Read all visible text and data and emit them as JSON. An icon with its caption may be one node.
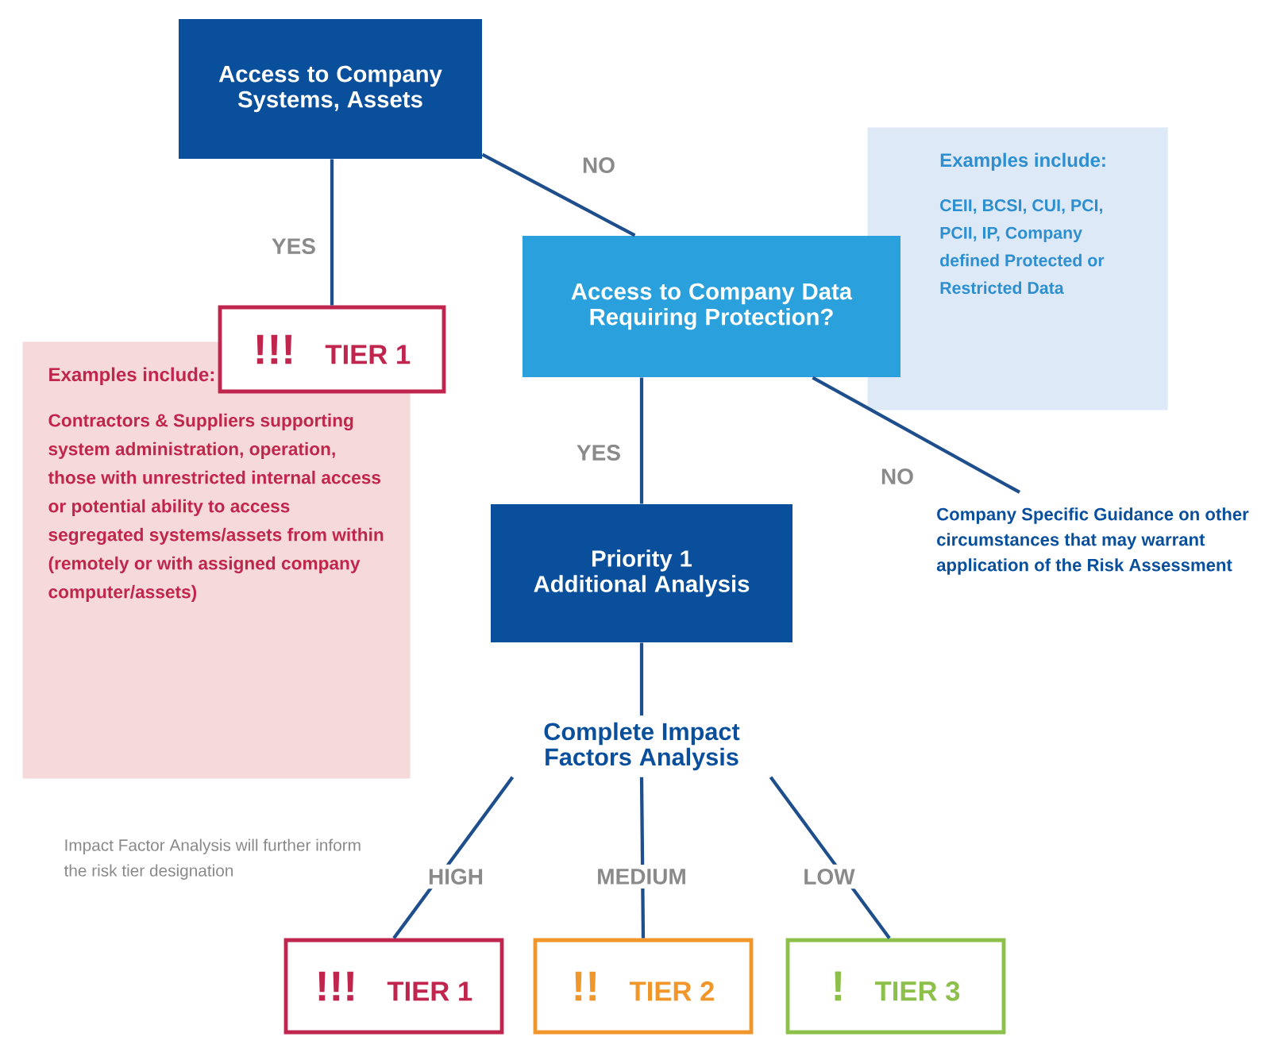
{
  "diagram": {
    "nodes": [
      {
        "text": [
          "Access to Company Systems, Assets"
        ]
      },
      {
        "text": [
          "!!!",
          "TIER 1"
        ]
      },
      {
        "text": [
          "Examples include:",
          "Contractors & Suppliers supporting system administration, operation, those with unrestricted internal access or potential ability to access segregated systems/assets from within (remotely or with assigned company computer/assets)"
        ]
      },
      {
        "text": [
          "Access to Company Data Requiring Protection?"
        ]
      },
      {
        "text": [
          "Examples include:",
          "CEII, BCSI, CUI, PCI, PCII, IP, Company defined Protected or Restricted Data"
        ]
      },
      {
        "text": [
          "Priority 1 Additional Analysis"
        ]
      },
      {
        "text": [
          "Company Specific Guidance on other circumstances that may warrant application of the Risk Assessment"
        ]
      },
      {
        "text": [
          "Complete Impact Factors Analysis"
        ]
      },
      {
        "text": [
          "!!!",
          "TIER 1"
        ]
      },
      {
        "text": [
          "!!",
          "TIER 2"
        ]
      },
      {
        "text": [
          "!",
          "TIER 3"
        ]
      }
    ],
    "edges": [
      {
        "from": 0,
        "to": 1,
        "arrow": "none",
        "label": "YES"
      },
      {
        "from": 0,
        "to": 3,
        "arrow": "none",
        "label": "NO"
      },
      {
        "from": 3,
        "to": 5,
        "arrow": "none",
        "label": "YES"
      },
      {
        "from": 3,
        "to": 6,
        "arrow": "none",
        "label": "NO"
      },
      {
        "from": 5,
        "to": 7,
        "arrow": "none"
      },
      {
        "from": 7,
        "to": 8,
        "arrow": "none",
        "label": "HIGH"
      },
      {
        "from": 7,
        "to": 9,
        "arrow": "none",
        "label": "MEDIUM"
      },
      {
        "from": 7,
        "to": 10,
        "arrow": "none",
        "label": "LOW"
      }
    ],
    "labels": [
      "Impact Factor Analysis will further inform the risk tier designation"
    ]
  }
}
